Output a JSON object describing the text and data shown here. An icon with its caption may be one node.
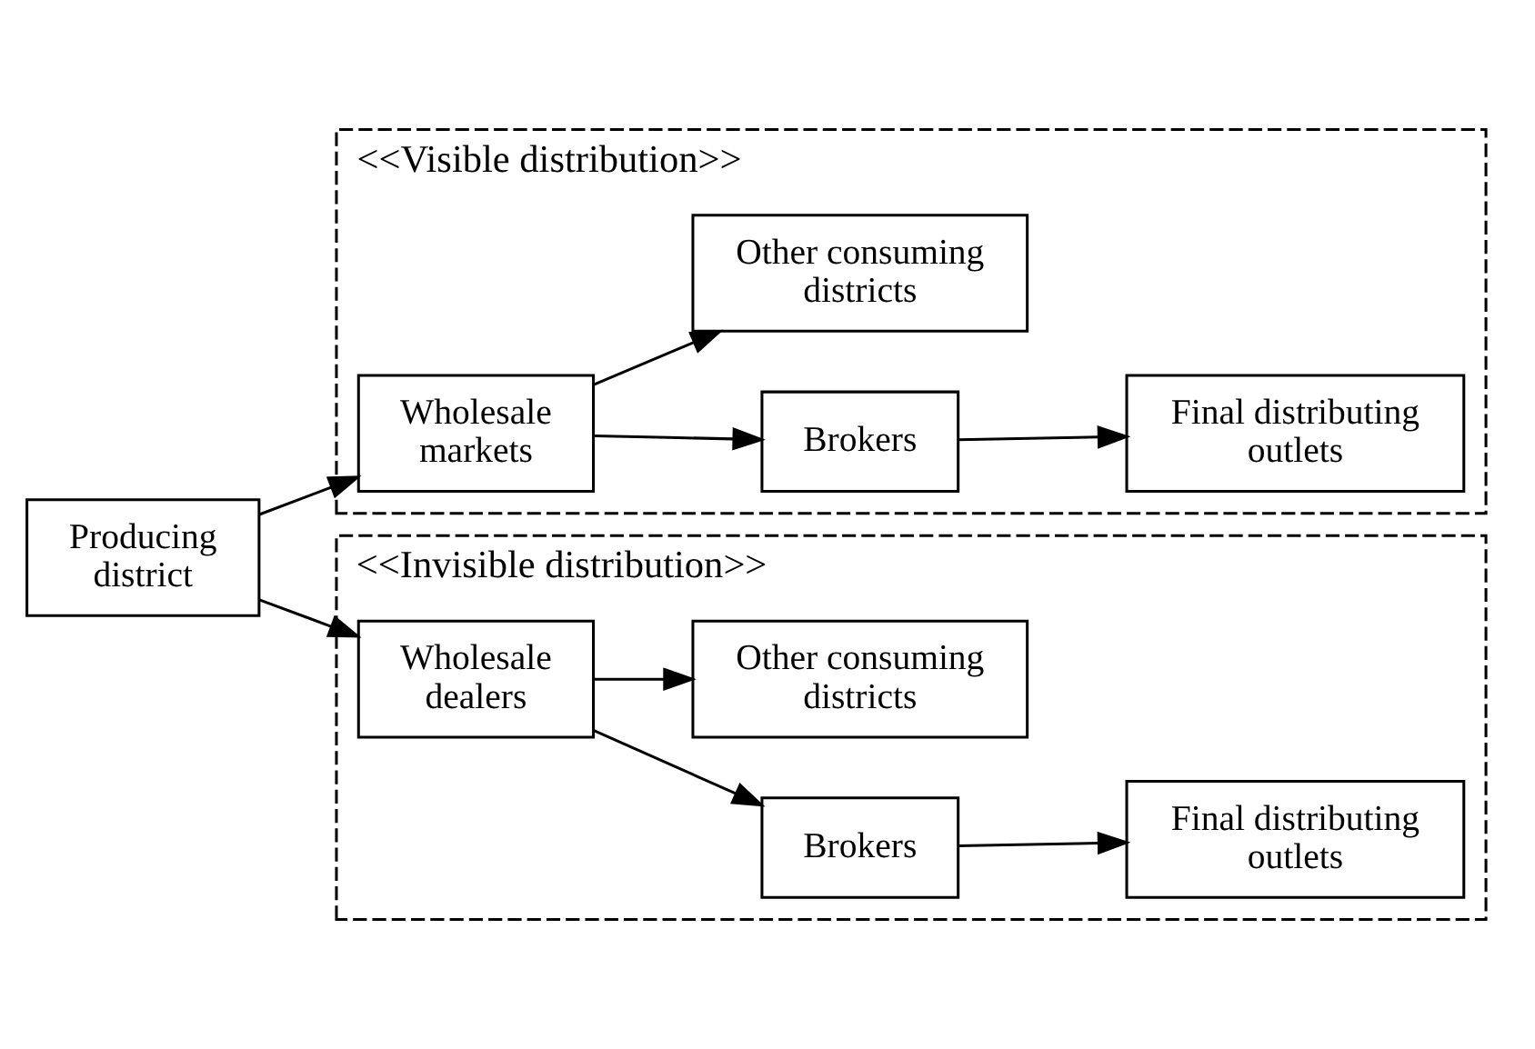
{
  "diagram": {
    "nodes": [
      {
        "text": [
          "Producing district"
        ]
      },
      {
        "text": [
          "<<Visible distribution>>"
        ]
      },
      {
        "text": [
          "Wholesale markets"
        ],
        "in": 1
      },
      {
        "text": [
          "Brokers"
        ],
        "in": 1
      },
      {
        "text": [
          "Final distributing outlets"
        ],
        "in": 1
      },
      {
        "text": [
          "Other consuming districts"
        ],
        "in": 1
      },
      {
        "text": [
          "<<Invisible distribution>>"
        ]
      },
      {
        "text": [
          "Wholesale dealers"
        ],
        "in": 6
      },
      {
        "text": [
          "Brokers"
        ],
        "in": 6
      },
      {
        "text": [
          "Final distributing outlets"
        ],
        "in": 6
      },
      {
        "text": [
          "Other consuming districts"
        ],
        "in": 6
      }
    ],
    "edges": [
      {
        "from": 0,
        "to": 2,
        "arrow": "to"
      },
      {
        "from": 0,
        "to": 7,
        "arrow": "to"
      },
      {
        "from": 2,
        "to": 3,
        "arrow": "to"
      },
      {
        "from": 3,
        "to": 4,
        "arrow": "to"
      },
      {
        "from": 2,
        "to": 5,
        "arrow": "to"
      },
      {
        "from": 7,
        "to": 8,
        "arrow": "to"
      },
      {
        "from": 8,
        "to": 9,
        "arrow": "to"
      },
      {
        "from": 7,
        "to": 10,
        "arrow": "to"
      }
    ]
  }
}
